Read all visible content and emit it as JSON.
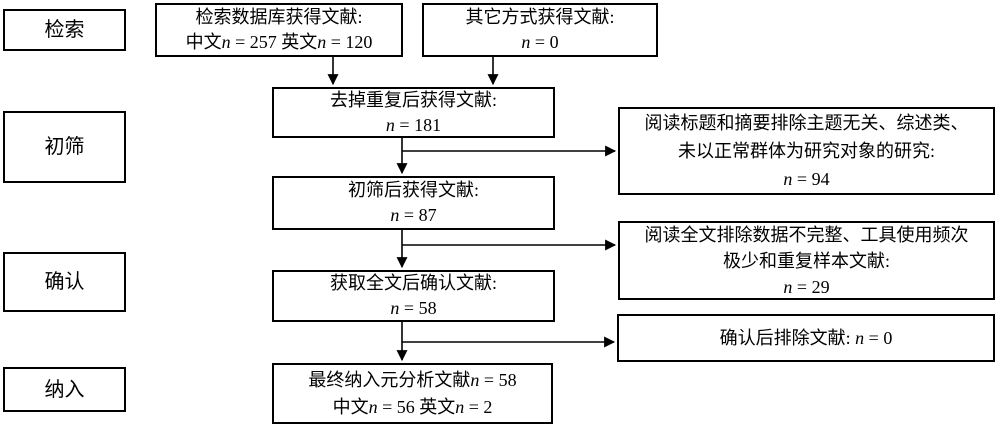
{
  "figure": {
    "type": "flowchart",
    "background_color": "#ffffff",
    "line_color": "#000000",
    "text_color": "#000000",
    "stages": [
      {
        "id": "search",
        "label": "检索"
      },
      {
        "id": "screening",
        "label": "初筛"
      },
      {
        "id": "confirmation",
        "label": "确认"
      },
      {
        "id": "inclusion",
        "label": "纳入"
      }
    ],
    "nodes": {
      "db_search": {
        "lines": [
          "检索数据库获得文献:",
          "中文n = 257 英文n = 120"
        ]
      },
      "other_sources": {
        "lines": [
          "其它方式获得文献:",
          "n = 0"
        ]
      },
      "dedup": {
        "lines": [
          "去掉重复后获得文献:",
          "n = 181"
        ]
      },
      "screened": {
        "lines": [
          "初筛后获得文献:",
          "n = 87"
        ]
      },
      "fulltext": {
        "lines": [
          "获取全文后确认文献:",
          "n = 58"
        ]
      },
      "included": {
        "lines": [
          "最终纳入元分析文献n = 58",
          "中文n = 56 英文n = 2"
        ]
      },
      "excluded_title_abstract": {
        "lines": [
          "阅读标题和摘要排除主题无关、综述类、",
          "未以正常群体为研究对象的研究:",
          "n = 94"
        ]
      },
      "excluded_fulltext": {
        "lines": [
          "阅读全文排除数据不完整、工具使用频次",
          "极少和重复样本文献:",
          "n = 29"
        ]
      },
      "excluded_confirmation": {
        "lines": [
          "确认后排除文献: n = 0"
        ]
      }
    }
  }
}
